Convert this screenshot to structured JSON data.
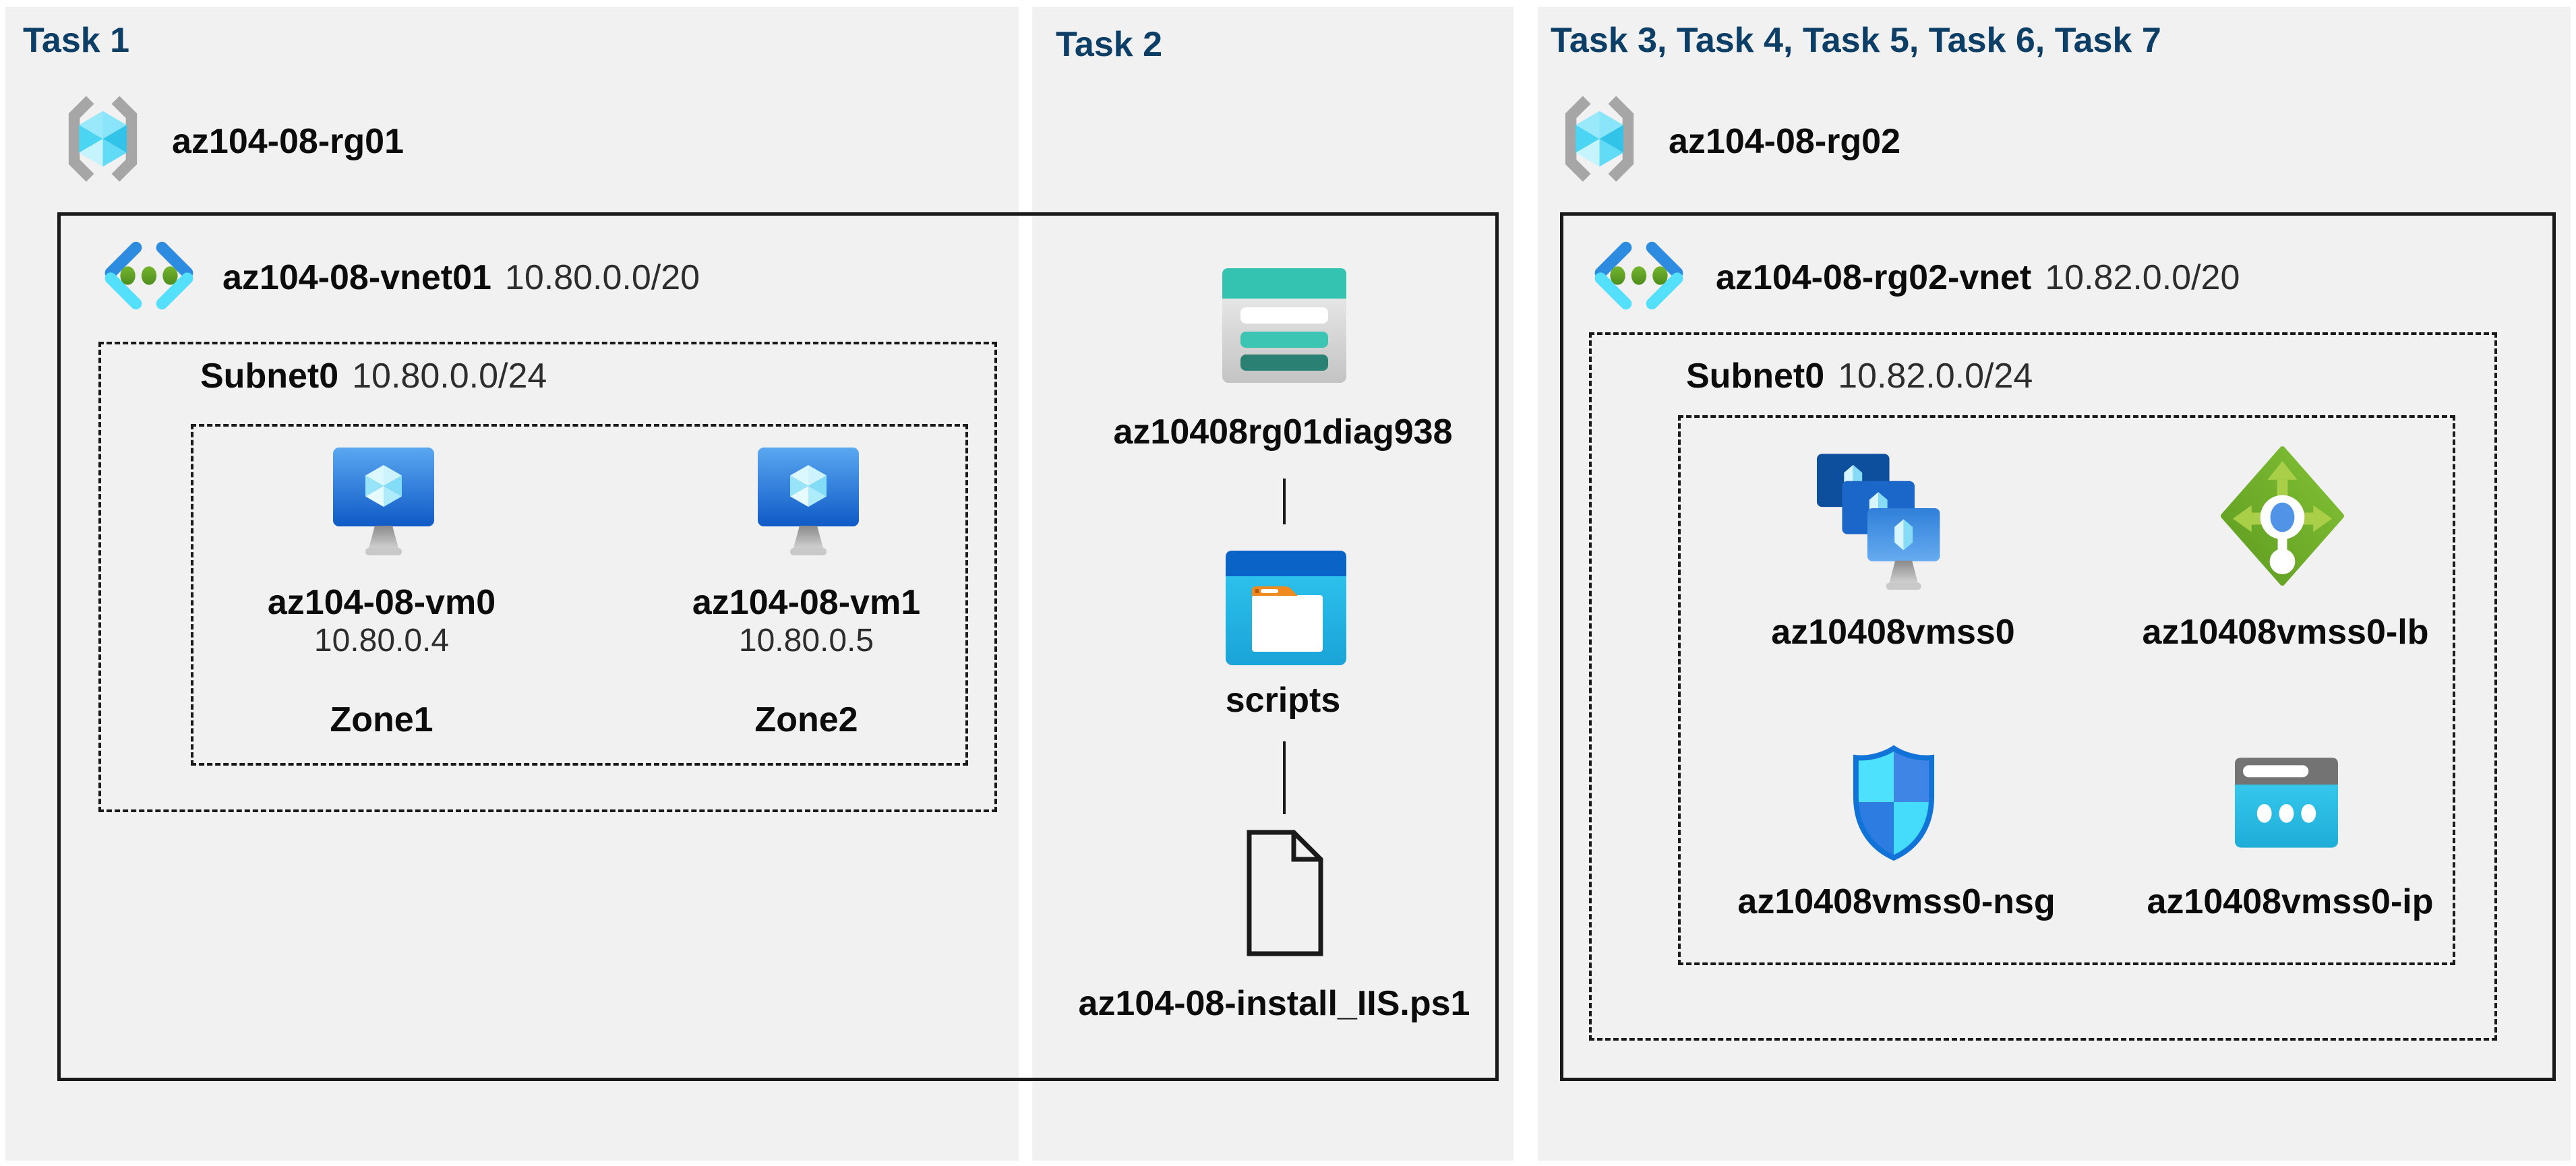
{
  "colors": {
    "header_navy": "#0d3e66",
    "panel_bg": "#f1f1f1",
    "page_bg": "#ffffff",
    "line_black": "#1a1a1a",
    "vnet_blue": "#2e8ce0",
    "vnet_cyan": "#54e0fb",
    "lb_green": "#6aa823",
    "storage_teal": "#34c3b1",
    "folder_orange": "#f08a1f"
  },
  "panels": {
    "task1": {
      "title": "Task 1",
      "resource_group": {
        "name": "az104-08-rg01"
      },
      "vnet": {
        "name": "az104-08-vnet01",
        "cidr": "10.80.0.0/20"
      },
      "subnet": {
        "name": "Subnet0",
        "cidr": "10.80.0.0/24"
      },
      "vms": [
        {
          "name": "az104-08-vm0",
          "ip": "10.80.0.4",
          "zone": "Zone1"
        },
        {
          "name": "az104-08-vm1",
          "ip": "10.80.0.5",
          "zone": "Zone2"
        }
      ]
    },
    "task2": {
      "title": "Task 2",
      "storage_account": {
        "name": "az10408rg01diag938"
      },
      "container": {
        "name": "scripts"
      },
      "script_file": {
        "name": "az104-08-install_IIS.ps1"
      }
    },
    "task35": {
      "title": "Task 3, Task 4, Task 5, Task 6, Task 7",
      "resource_group": {
        "name": "az104-08-rg02"
      },
      "vnet": {
        "name": "az104-08-rg02-vnet",
        "cidr": "10.82.0.0/20"
      },
      "subnet": {
        "name": "Subnet0",
        "cidr": "10.82.0.0/24"
      },
      "vmss": {
        "name": "az10408vmss0"
      },
      "load_balancer": {
        "name": "az10408vmss0-lb"
      },
      "nsg": {
        "name": "az10408vmss0-nsg"
      },
      "public_ip": {
        "name": "az10408vmss0-ip"
      }
    }
  }
}
